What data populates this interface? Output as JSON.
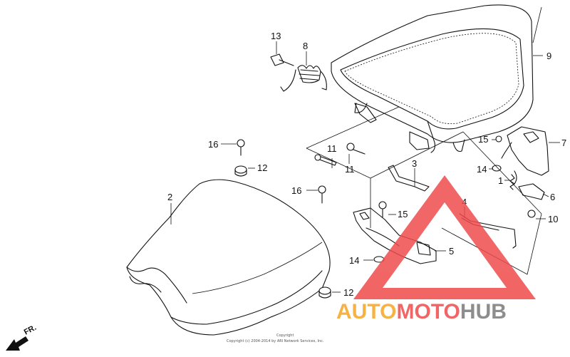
{
  "parts": [
    {
      "num": "1"
    },
    {
      "num": "2"
    },
    {
      "num": "3"
    },
    {
      "num": "4"
    },
    {
      "num": "5"
    },
    {
      "num": "6"
    },
    {
      "num": "7"
    },
    {
      "num": "8"
    },
    {
      "num": "9"
    },
    {
      "num": "10"
    },
    {
      "num": "11"
    },
    {
      "num": "12"
    },
    {
      "num": "13"
    },
    {
      "num": "14"
    },
    {
      "num": "15"
    },
    {
      "num": "16"
    }
  ],
  "direction": {
    "label": "FR."
  },
  "watermark": {
    "auto": "AUTO",
    "moto": "MOTO",
    "hub": "HUB",
    "color_red": "#ef4b4b",
    "color_orange": "#f5a623",
    "color_gray": "#7a7a7a"
  },
  "copyright": {
    "line1": "Copyright",
    "line2": "Copyright (c) 2004-2014 by ARI Network Services, Inc."
  }
}
